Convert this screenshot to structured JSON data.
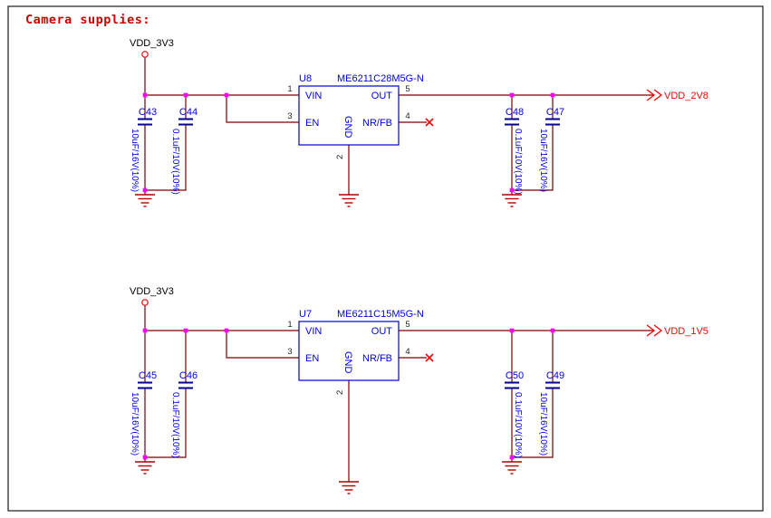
{
  "title": "Camera supplies:",
  "colors": {
    "wire": "#7A0000",
    "junction": "#FF00FF",
    "component_blue": "#0000EE",
    "power_red": "#FF0000",
    "ground_red": "#B00000",
    "pin_number": "#262626",
    "net_label_black": "#000000",
    "title_red": "#CF0000"
  },
  "circuits": [
    {
      "input_net": "VDD_3V3",
      "output_net": "VDD_2V8",
      "regulator": {
        "designator": "U8",
        "part_number": "ME6211C28M5G-N",
        "pins": {
          "vin": {
            "number": "1",
            "name": "VIN"
          },
          "en": {
            "number": "3",
            "name": "EN"
          },
          "gnd": {
            "number": "2",
            "name": "GND"
          },
          "nrfb": {
            "number": "4",
            "name": "NR/FB"
          },
          "out": {
            "number": "5",
            "name": "OUT"
          }
        }
      },
      "capacitors": [
        {
          "designator": "C43",
          "value": "10uF/16V(10%)"
        },
        {
          "designator": "C44",
          "value": "0.1uF/10V(10%)"
        },
        {
          "designator": "C48",
          "value": "0.1uF/10V(10%)"
        },
        {
          "designator": "C47",
          "value": "10uF/16V(10%)"
        }
      ]
    },
    {
      "input_net": "VDD_3V3",
      "output_net": "VDD_1V5",
      "regulator": {
        "designator": "U7",
        "part_number": "ME6211C15M5G-N",
        "pins": {
          "vin": {
            "number": "1",
            "name": "VIN"
          },
          "en": {
            "number": "3",
            "name": "EN"
          },
          "gnd": {
            "number": "2",
            "name": "GND"
          },
          "nrfb": {
            "number": "4",
            "name": "NR/FB"
          },
          "out": {
            "number": "5",
            "name": "OUT"
          }
        }
      },
      "capacitors": [
        {
          "designator": "C45",
          "value": "10uF/16V(10%)"
        },
        {
          "designator": "C46",
          "value": "0.1uF/10V(10%)"
        },
        {
          "designator": "C50",
          "value": "0.1uF/10V(10%)"
        },
        {
          "designator": "C49",
          "value": "10uF/16V(10%)"
        }
      ]
    }
  ]
}
